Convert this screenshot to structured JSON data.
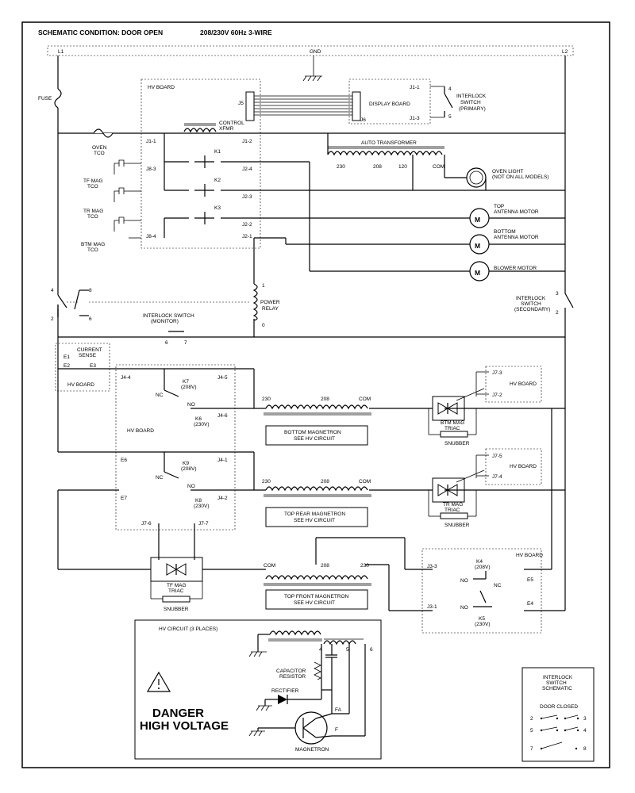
{
  "header": {
    "title": "SCHEMATIC CONDITION: DOOR OPEN",
    "supply": "208/230V 60Hz 3-WIRE"
  },
  "bus": {
    "l1": "L1",
    "gnd": "GND",
    "l2": "L2"
  },
  "labels": {
    "fuse": "FUSE",
    "hv_board": "HV BOARD",
    "j5": "J5",
    "j6": "J6",
    "display_board": "DISPLAY BOARD",
    "j1_1": "J1-1",
    "j1_2": "J1-2",
    "j1_3": "J1-3",
    "j1_4": "J2-4",
    "j2_3": "J2-3",
    "j2_2": "J2-2",
    "j2_1": "J2-1",
    "j8_3": "J8-3",
    "j8_4": "J8-4",
    "il_primary_1": "INTERLOCK",
    "il_primary_2": "SWITCH",
    "il_primary_3": "(PRIMARY)",
    "pin4": "4",
    "pin5": "5",
    "control_1": "CONTROL",
    "control_2": "XFMR",
    "oven_tco_1": "OVEN",
    "oven_tco_2": "TCO",
    "k1": "K1",
    "k2": "K2",
    "k3": "K3",
    "auto_xfmr": "AUTO TRANSFORMER",
    "tap230": "230",
    "tap208": "208",
    "tap120": "120",
    "tapcom": "COM",
    "oven_light_1": "OVEN LIGHT",
    "oven_light_2": "(NOT ON ALL MODELS)",
    "tf_tco_1": "TF MAG",
    "tf_tco_2": "TCO",
    "tr_tco_1": "TR MAG",
    "tr_tco_2": "TCO",
    "bm_tco_1": "BTM MAG",
    "bm_tco_2": "TCO",
    "top_ant_1": "TOP",
    "top_ant_2": "ANTENNA MOTOR",
    "bot_ant_1": "BOTTOM",
    "bot_ant_2": "ANTENNA MOTOR",
    "blower": "BLOWER MOTOR",
    "motor": "M",
    "relay_1": "POWER",
    "relay_2": "RELAY",
    "relay_p1": "1",
    "relay_p0": "0",
    "il_sec_1": "INTERLOCK",
    "il_sec_2": "SWITCH",
    "il_sec_3": "(SECONDARY)",
    "sw3": "3",
    "sw2": "2",
    "sw4": "4",
    "sw8": "8",
    "sw6": "6",
    "il_mon_1": "INTERLOCK SWITCH",
    "il_mon_2": "(MONITOR)",
    "sw7": "7",
    "e1": "E1",
    "e2": "E2",
    "e3": "E3",
    "cs_1": "CURRENT",
    "cs_2": "SENSE",
    "j4_4": "J4-4",
    "j4_5": "J4-5",
    "j4_6": "J4-6",
    "j4_1": "J4-1",
    "j4_2": "J4-2",
    "k7_1": "K7",
    "k7_2": "(208V)",
    "k6_1": "K6",
    "k6_2": "(230V)",
    "k9_1": "K9",
    "k9_2": "(208V)",
    "k8_1": "K8",
    "k8_2": "(230V)",
    "nc": "NC",
    "no": "NO",
    "e6": "E6",
    "e7": "E7",
    "j7_6": "J7-6",
    "j7_7": "J7-7",
    "j7_3": "J7-3",
    "j7_2": "J7-2",
    "j7_5": "J7-5",
    "j7_4": "J7-4",
    "bottom_mag_1": "BOTTOM MAGNETRON",
    "bottom_mag_2": "SEE HV CIRCUIT",
    "top_rear_1": "TOP REAR MAGNETRON",
    "top_rear_2": "SEE HV CIRCUIT",
    "top_front_1": "TOP FRONT MAGNETRON",
    "top_front_2": "SEE HV CIRCUIT",
    "btm_triac_1": "BTM MAG",
    "btm_triac_2": "TRIAC",
    "tr_triac_1": "TR MAG",
    "tr_triac_2": "TRIAC",
    "tf_triac_1": "TF MAG",
    "tf_triac_2": "TRIAC",
    "snubber": "SNUBBER",
    "j3_3": "J3-3",
    "j3_1": "J3-1",
    "k4_1": "K4",
    "k4_2": "(208V)",
    "k5_1": "K5",
    "k5_2": "(230V)",
    "e5": "E5",
    "e4": "E4",
    "hv_circuit": "HV CIRCUIT (3 PLACES)",
    "hv4": "4",
    "hv5": "5",
    "hv6": "6",
    "cap_1": "CAPACITOR",
    "cap_2": "RESISTOR",
    "rectifier": "RECTIFIER",
    "fa": "FA",
    "f": "F",
    "magnetron": "MAGNETRON",
    "danger_1": "DANGER",
    "danger_2": "HIGH VOLTAGE",
    "isw_1": "INTERLOCK",
    "isw_2": "SWITCH",
    "isw_3": "SCHEMATIC",
    "door_closed": "DOOR CLOSED",
    "d2": "2",
    "d3": "3",
    "d5": "5",
    "d4": "4",
    "d7": "7",
    "d8": "8"
  }
}
